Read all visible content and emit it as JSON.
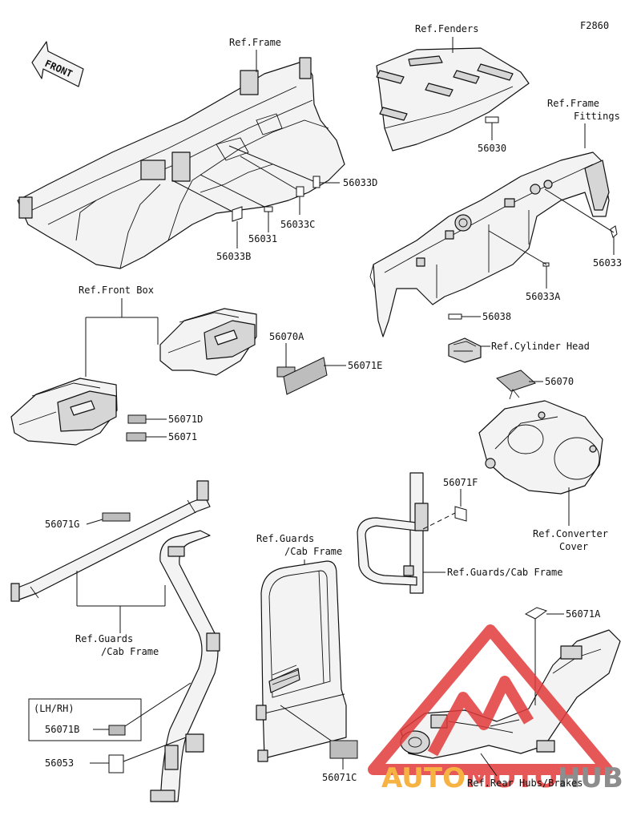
{
  "figure_code": "F2860",
  "front_label": "FRONT",
  "refs": {
    "frame": "Ref.Frame",
    "fenders": "Ref.Fenders",
    "frame_fittings_1": "Ref.Frame",
    "frame_fittings_2": "Fittings",
    "front_box": "Ref.Front Box",
    "cylinder_head": "Ref.Cylinder Head",
    "converter_cover_1": "Ref.Converter",
    "converter_cover_2": "Cover",
    "guards_cab_frame_right": "Ref.Guards/Cab Frame",
    "guards_left_1": "Ref.Guards",
    "guards_left_2": "/Cab Frame",
    "guards_mid_1": "Ref.Guards",
    "guards_mid_2": "/Cab Frame",
    "rear_hubs_brakes": "Ref.Rear Hubs/Brakes"
  },
  "parts": {
    "p56033D": "56033D",
    "p56033C": "56033C",
    "p56031": "56031",
    "p56033B": "56033B",
    "p56030": "56030",
    "p56033": "56033",
    "p56033A": "56033A",
    "p56038": "56038",
    "p56070A": "56070A",
    "p56071E": "56071E",
    "p56071D": "56071D",
    "p56071": "56071",
    "p56070": "56070",
    "p56071F": "56071F",
    "p56071G": "56071G",
    "p56071A": "56071A",
    "p56071B": "56071B",
    "p56053": "56053",
    "p56071C": "56071C"
  },
  "lh_rh_note": "(LH/RH)",
  "watermark": {
    "text_a": "AUTO",
    "text_b": "MOTO",
    "text_c": "HUB",
    "color_red": "#e23b3b",
    "color_orange": "#f5a623",
    "color_gray": "#7a7a7a"
  }
}
